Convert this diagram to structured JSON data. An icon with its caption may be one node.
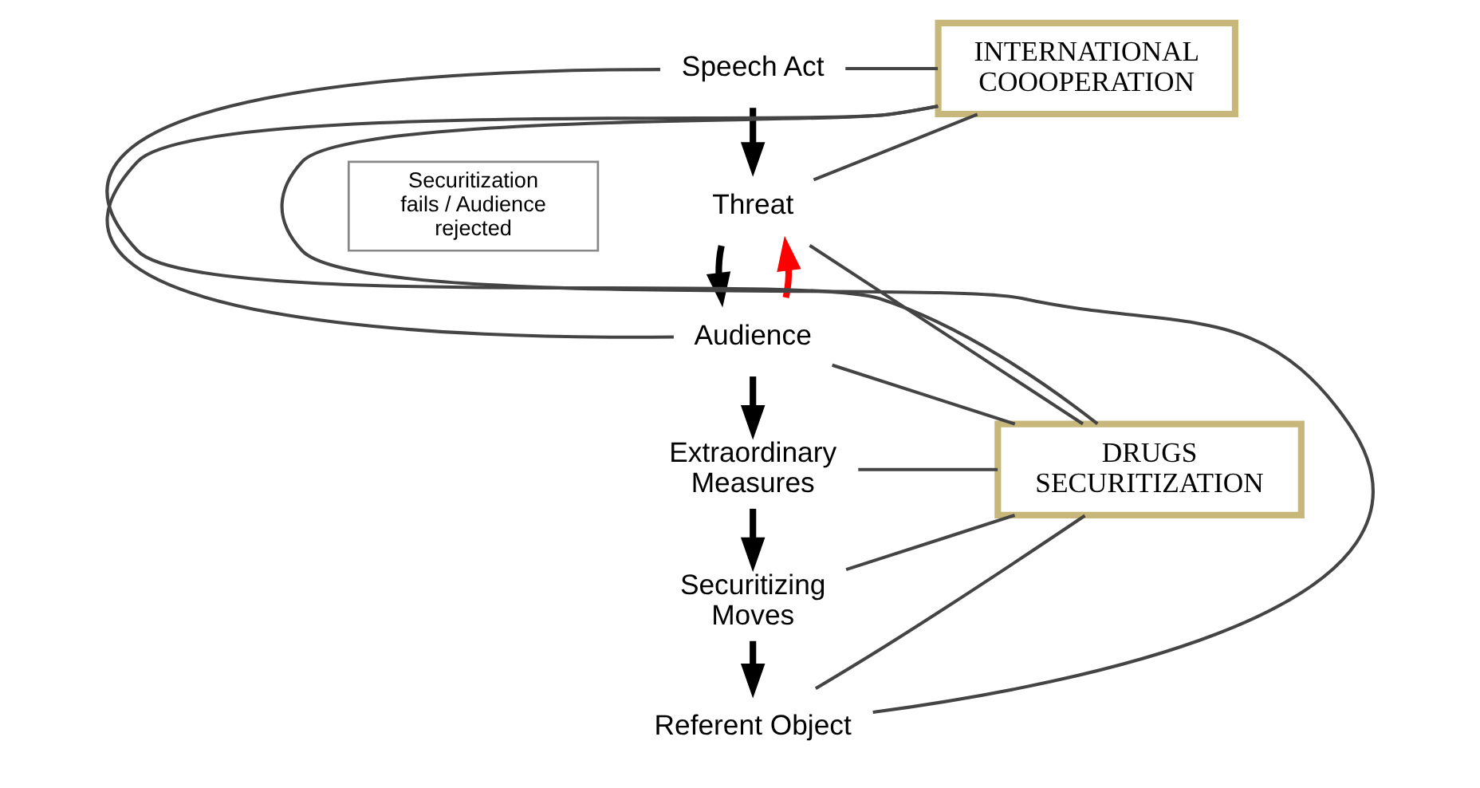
{
  "diagram": {
    "nodes": [
      {
        "text": [
          "Speech Act"
        ]
      },
      {
        "text": [
          "Threat"
        ]
      },
      {
        "text": [
          "Securitization fails / Audience rejected"
        ]
      },
      {
        "text": [
          "Audience"
        ]
      },
      {
        "text": [
          "Extraordinary Measures"
        ]
      },
      {
        "text": [
          "Securitizing Moves"
        ]
      },
      {
        "text": [
          "Referent Object"
        ]
      },
      {
        "text": [
          "INTERNATIONAL COOOPERATION"
        ]
      },
      {
        "text": [
          "DRUGS SECURITIZATION"
        ]
      }
    ],
    "edges": [
      {
        "from": 0,
        "to": 1,
        "arrow": "to",
        "style": "thick"
      },
      {
        "from": 1,
        "to": 3,
        "arrow": "to",
        "style": "thick"
      },
      {
        "from": 3,
        "to": 1,
        "arrow": "to",
        "style": "thick",
        "color": "#ff0000"
      },
      {
        "from": 3,
        "to": 4,
        "arrow": "to",
        "style": "thick"
      },
      {
        "from": 4,
        "to": 5,
        "arrow": "to",
        "style": "thick"
      },
      {
        "from": 5,
        "to": 6,
        "arrow": "to",
        "style": "thick"
      },
      {
        "from": 8,
        "to": 0,
        "arrow": "none"
      },
      {
        "from": 8,
        "to": 1,
        "arrow": "none"
      },
      {
        "from": 8,
        "to": 3,
        "arrow": "none"
      },
      {
        "from": 8,
        "to": 4,
        "arrow": "none"
      },
      {
        "from": 8,
        "to": 5,
        "arrow": "none"
      },
      {
        "from": 8,
        "to": 6,
        "arrow": "none"
      },
      {
        "from": 7,
        "to": 0,
        "arrow": "none"
      },
      {
        "from": 7,
        "to": 1,
        "arrow": "none"
      },
      {
        "from": 7,
        "to": 3,
        "arrow": "none"
      },
      {
        "from": 7,
        "to": 6,
        "arrow": "none"
      }
    ]
  }
}
